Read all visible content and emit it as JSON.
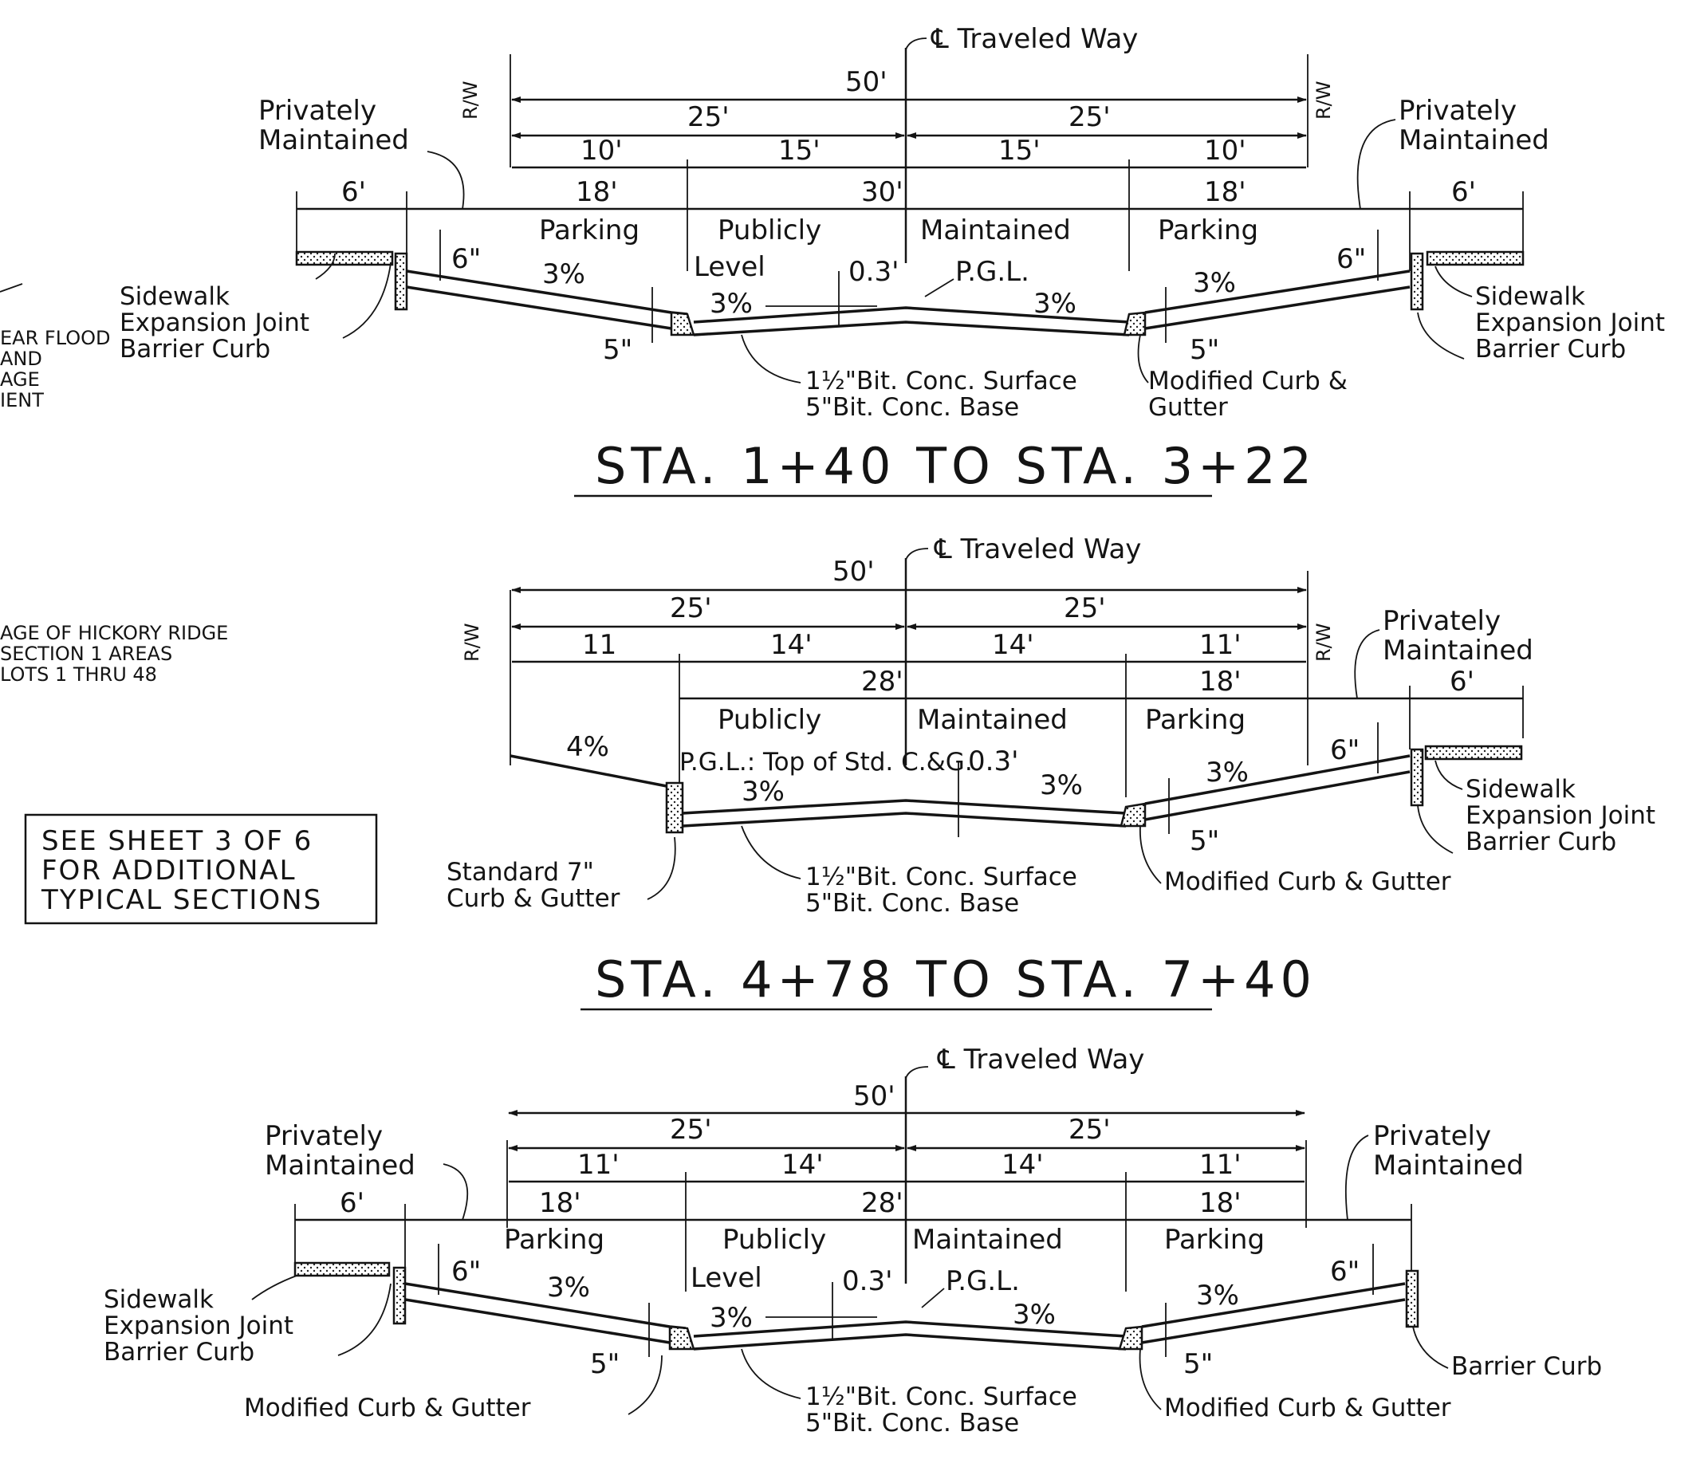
{
  "sections": [
    {
      "title": "STA. 1+40 TO STA. 3+22",
      "cl_label": "℄ Traveled Way",
      "dims": {
        "total": "50'",
        "half_left": "25'",
        "half_right": "25'",
        "lane_l1": "10'",
        "lane_l2": "15'",
        "lane_r2": "15'",
        "lane_r1": "10'",
        "park_left": "18'",
        "center": "30'",
        "park_right": "18'",
        "walk_left": "6'",
        "walk_right": "6'"
      },
      "row_mark": "R/W",
      "labels": {
        "private_left": "Privately\nMaintained",
        "private_right": "Privately\nMaintained",
        "parking_left": "Parking",
        "publicly": "Publicly",
        "maintained": "Maintained",
        "parking_right": "Parking",
        "slope_l": "3%",
        "slope_cl": "3%",
        "slope_cr": "3%",
        "slope_r": "3%",
        "level": "Level",
        "crown": "0.3'",
        "pgl": "P.G.L.",
        "curb_h_left": "6\"",
        "curb_h_right": "6\"",
        "gutter_left": "5\"",
        "gutter_right": "5\"",
        "walk_stack_left": "Sidewalk\nExpansion Joint\nBarrier Curb",
        "walk_stack_right": "Sidewalk\nExpansion Joint\nBarrier Curb",
        "pavement": "1½\"Bit. Conc. Surface\n5\"Bit. Conc. Base",
        "curb_right": "Modified Curb &\nGutter"
      }
    },
    {
      "title": "STA. 4+78 TO STA. 7+40",
      "cl_label": "℄ Traveled Way",
      "dims": {
        "total": "50'",
        "half_left": "25'",
        "half_right": "25'",
        "lane_l1": "11",
        "lane_l2": "14'",
        "lane_r2": "14'",
        "lane_r1": "11'",
        "center": "28'",
        "park_right": "18'",
        "walk_right": "6'"
      },
      "row_mark": "R/W",
      "labels": {
        "private_right": "Privately\nMaintained",
        "publicly": "Publicly",
        "maintained": "Maintained",
        "parking_right": "Parking",
        "slope_fill": "4%",
        "slope_cl": "3%",
        "slope_cr": "3%",
        "slope_r": "3%",
        "pgl_top": "P.G.L.: Top of Std. C.&G.",
        "crown": "0.3'",
        "curb_h_right": "6\"",
        "gutter_right": "5\"",
        "curb_left": "Standard 7\"\nCurb & Gutter",
        "walk_stack_right": "Sidewalk\nExpansion Joint\nBarrier Curb",
        "pavement": "1½\"Bit. Conc. Surface\n5\"Bit. Conc. Base",
        "curb_right": "Modified Curb & Gutter"
      }
    },
    {
      "title": "",
      "cl_label": "℄ Traveled Way",
      "dims": {
        "total": "50'",
        "half_left": "25'",
        "half_right": "25'",
        "lane_l1": "11'",
        "lane_l2": "14'",
        "lane_r2": "14'",
        "lane_r1": "11'",
        "park_left": "18'",
        "center": "28'",
        "park_right": "18'",
        "walk_left": "6'"
      },
      "labels": {
        "private_left": "Privately\nMaintained",
        "private_right": "Privately\nMaintained",
        "parking_left": "Parking",
        "publicly": "Publicly",
        "maintained": "Maintained",
        "parking_right": "Parking",
        "slope_l": "3%",
        "slope_cl": "3%",
        "slope_cr": "3%",
        "slope_r": "3%",
        "level": "Level",
        "crown": "0.3'",
        "pgl": "P.G.L.",
        "curb_h_left": "6\"",
        "curb_h_right": "6\"",
        "gutter_left": "5\"",
        "gutter_right": "5\"",
        "walk_stack_left": "Sidewalk\nExpansion Joint\nBarrier Curb",
        "curb_left": "Modified Curb & Gutter",
        "pavement": "1½\"Bit. Conc. Surface\n5\"Bit. Conc. Base",
        "curb_right": "Modified Curb & Gutter",
        "barrier_right": "Barrier Curb"
      }
    }
  ],
  "side_notes": {
    "flood": "EAR FLOOD\nAND\nAGE\nIENT",
    "hickory": "AGE OF HICKORY RIDGE\nSECTION 1 AREAS\nLOTS 1 THRU 48"
  },
  "see_sheet": "SEE SHEET 3 OF 6\nFOR ADDITIONAL\nTYPICAL SECTIONS"
}
